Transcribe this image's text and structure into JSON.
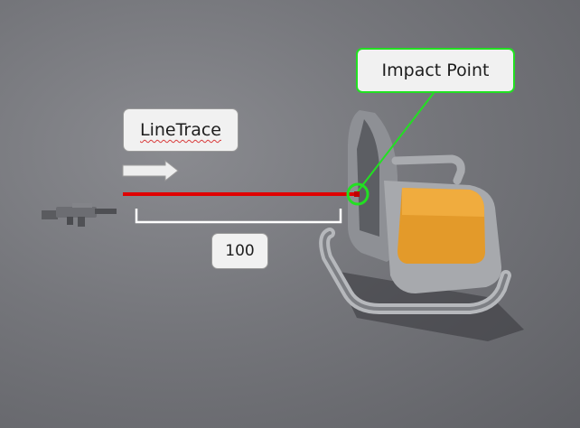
{
  "labels": {
    "line_trace": "LineTrace",
    "impact_point": "Impact Point",
    "distance": "100"
  },
  "colors": {
    "trace_line": "#e00000",
    "impact_marker": "#22e022",
    "chair_frame": "#9a9ca0",
    "chair_seat": "#e39a2a",
    "label_bg": "#f1f1f1"
  },
  "icons": {
    "weapon": "rifle-icon",
    "direction": "arrow-right-icon",
    "target": "chair-icon"
  }
}
